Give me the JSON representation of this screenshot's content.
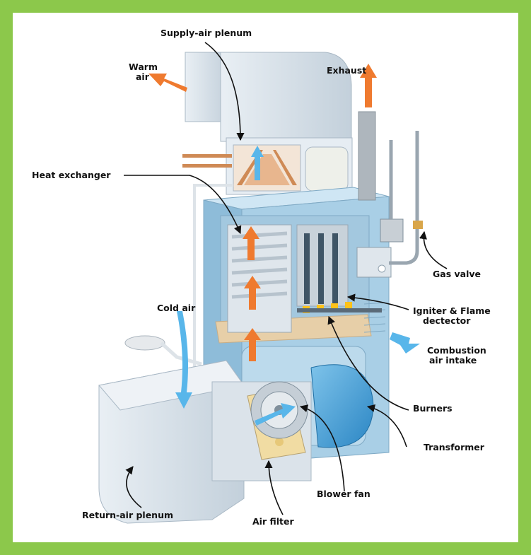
{
  "colors": {
    "frame": "#8cc84b",
    "background": "#ffffff",
    "cabinet_front": "#a9cfe6",
    "cabinet_side": "#8ebcd9",
    "cabinet_top": "#cfe6f4",
    "duct": "#d8e2ea",
    "duct_shadow": "#b8c6d2",
    "warm_arrow": "#ef7a2f",
    "cold_arrow": "#58b6ea",
    "flame": "#ffc21a",
    "copper": "#cf8a55",
    "shelf": "#e7cfa8"
  },
  "labels": {
    "supply_air_plenum": "Supply-air plenum",
    "warm_air_1": "Warm",
    "warm_air_2": "air",
    "exhaust": "Exhaust",
    "heat_exchanger": "Heat exchanger",
    "gas_valve": "Gas valve",
    "cold_air": "Cold air",
    "igniter_1": "Igniter & Flame",
    "igniter_2": "dectector",
    "combustion_1": "Combustion",
    "combustion_2": "air intake",
    "burners": "Burners",
    "transformer": "Transformer",
    "blower_fan": "Blower fan",
    "return_air_plenum": "Return-air plenum",
    "air_filter": "Air filter"
  }
}
